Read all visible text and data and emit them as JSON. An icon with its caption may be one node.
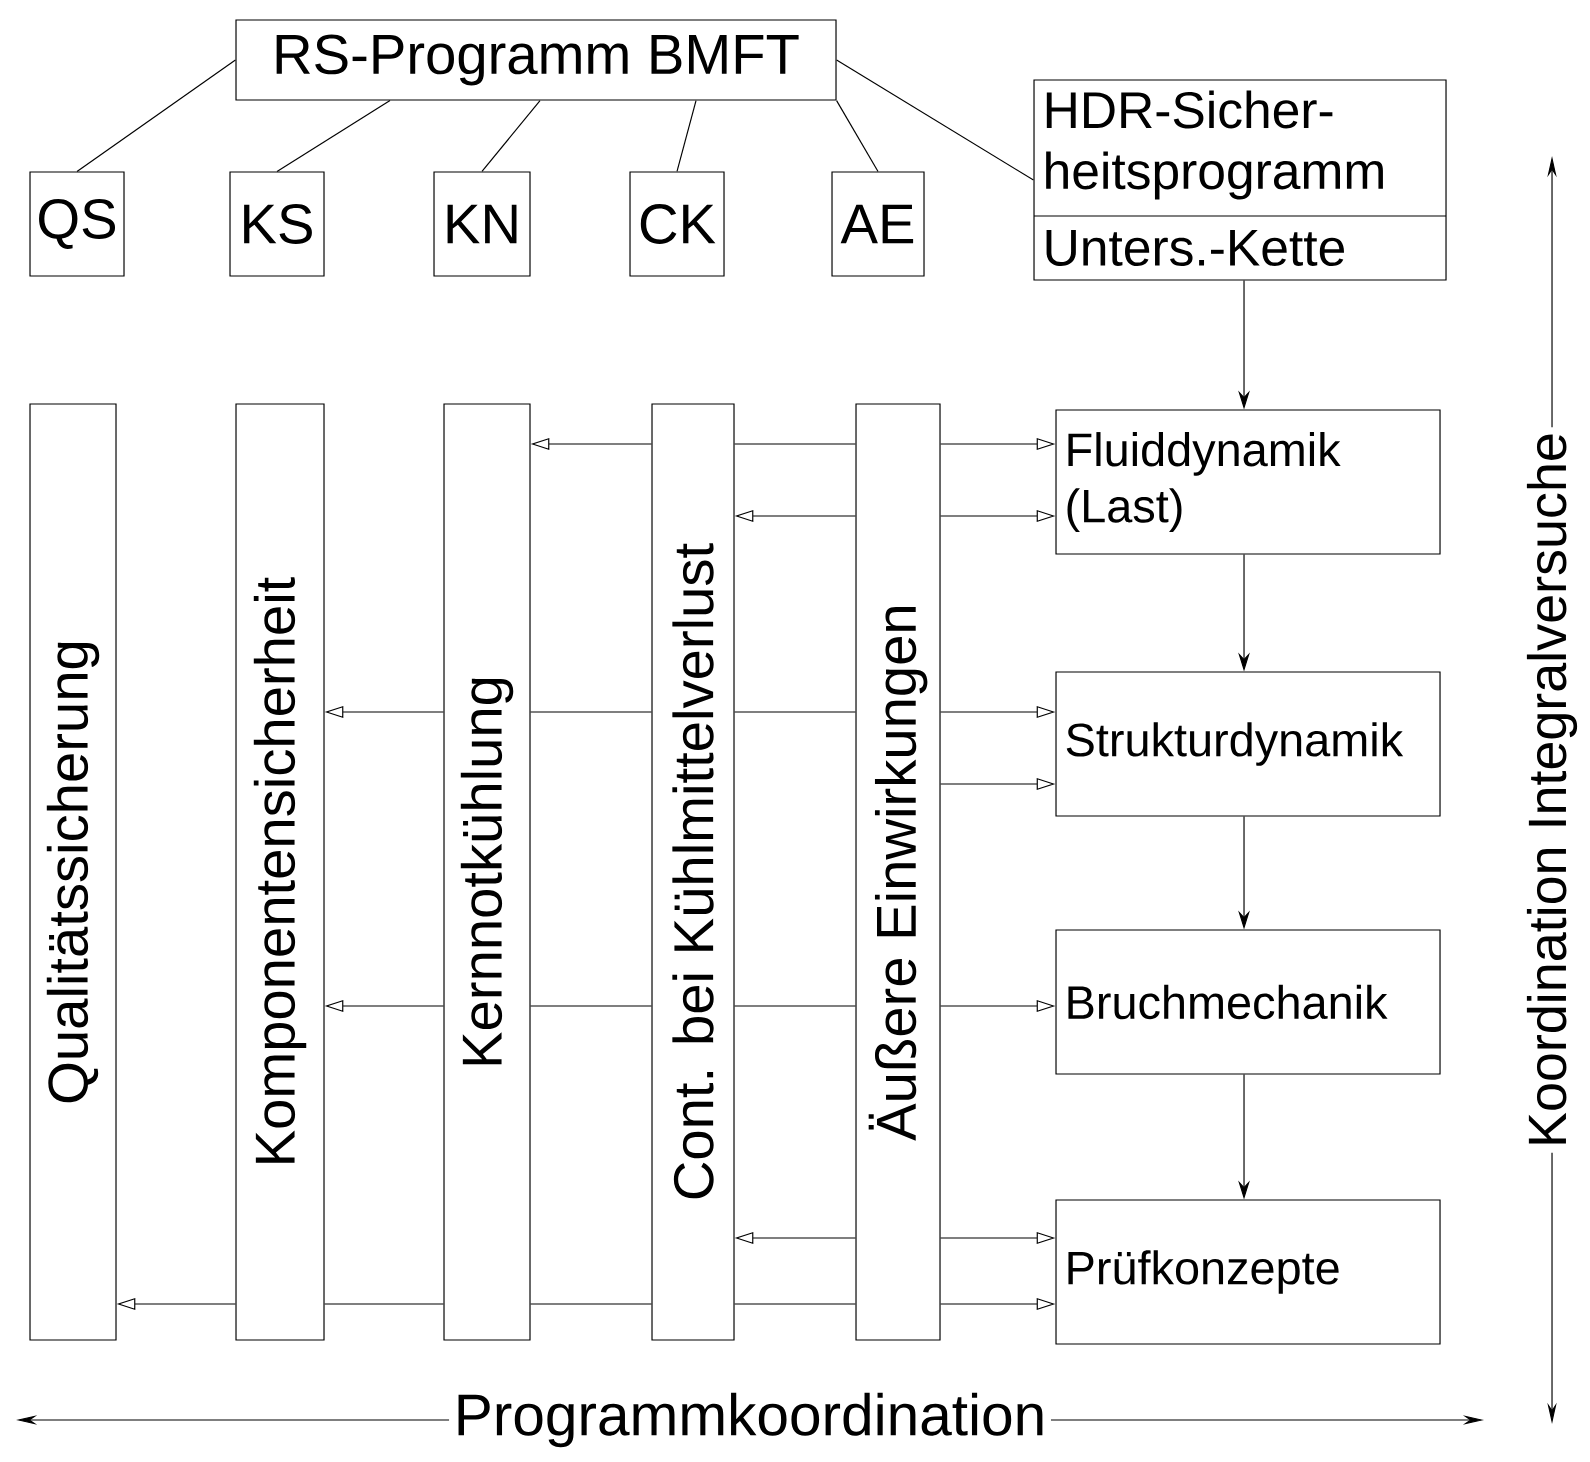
{
  "diagram": {
    "nodes": [
      {
        "text": [
          "RS-Programm BMFT"
        ]
      },
      {
        "text": [
          "QS"
        ]
      },
      {
        "text": [
          "KS"
        ]
      },
      {
        "text": [
          "KN"
        ]
      },
      {
        "text": [
          "CK"
        ]
      },
      {
        "text": [
          "AE"
        ]
      },
      {
        "text": [
          "HDR-Sicher- heitsprogramm",
          "Unters.-Kette"
        ]
      },
      {
        "text": [
          "Qualitätssicherung"
        ]
      },
      {
        "text": [
          "Komponentensicherheit"
        ]
      },
      {
        "text": [
          "Kernnotkühlung"
        ]
      },
      {
        "text": [
          "Cont. bei Kühlmittelverlust"
        ]
      },
      {
        "text": [
          "Äußere Einwirkungen"
        ]
      },
      {
        "text": [
          "Fluiddynamik (Last)"
        ]
      },
      {
        "text": [
          "Strukturdynamik"
        ]
      },
      {
        "text": [
          "Bruchmechanik"
        ]
      },
      {
        "text": [
          "Prüfkonzepte"
        ]
      }
    ],
    "edges": [
      {
        "from": 0,
        "to": 1,
        "arrow": "none"
      },
      {
        "from": 0,
        "to": 2,
        "arrow": "none"
      },
      {
        "from": 0,
        "to": 3,
        "arrow": "none"
      },
      {
        "from": 0,
        "to": 4,
        "arrow": "none"
      },
      {
        "from": 0,
        "to": 5,
        "arrow": "none"
      },
      {
        "from": 0,
        "to": 6,
        "arrow": "none"
      },
      {
        "from": 6,
        "to": 12,
        "arrow": "to"
      },
      {
        "from": 12,
        "to": 13,
        "arrow": "to"
      },
      {
        "from": 13,
        "to": 14,
        "arrow": "to"
      },
      {
        "from": 14,
        "to": 15,
        "arrow": "to"
      },
      {
        "from": 11,
        "to": 12,
        "arrow": "to"
      },
      {
        "from": 10,
        "to": 11,
        "arrow": "none"
      },
      {
        "from": 10,
        "to": 9,
        "arrow": "to"
      },
      {
        "from": 11,
        "to": 12,
        "arrow": "to"
      },
      {
        "from": 11,
        "to": 10,
        "arrow": "to"
      },
      {
        "from": 11,
        "to": 13,
        "arrow": "to"
      },
      {
        "from": 10,
        "to": 11,
        "arrow": "none"
      },
      {
        "from": 9,
        "to": 10,
        "arrow": "none"
      },
      {
        "from": 9,
        "to": 8,
        "arrow": "to"
      },
      {
        "from": 11,
        "to": 13,
        "arrow": "to"
      },
      {
        "from": 11,
        "to": 14,
        "arrow": "to"
      },
      {
        "from": 10,
        "to": 11,
        "arrow": "none"
      },
      {
        "from": 9,
        "to": 10,
        "arrow": "none"
      },
      {
        "from": 9,
        "to": 8,
        "arrow": "to"
      },
      {
        "from": 11,
        "to": 15,
        "arrow": "to"
      },
      {
        "from": 11,
        "to": 10,
        "arrow": "to"
      },
      {
        "from": 11,
        "to": 15,
        "arrow": "to"
      },
      {
        "from": 10,
        "to": 11,
        "arrow": "none"
      },
      {
        "from": 9,
        "to": 10,
        "arrow": "none"
      },
      {
        "from": 8,
        "to": 9,
        "arrow": "none"
      },
      {
        "from": 8,
        "to": 7,
        "arrow": "to"
      }
    ],
    "labels": [
      "Programmkoordination",
      "Koordination Integralversuche"
    ]
  }
}
